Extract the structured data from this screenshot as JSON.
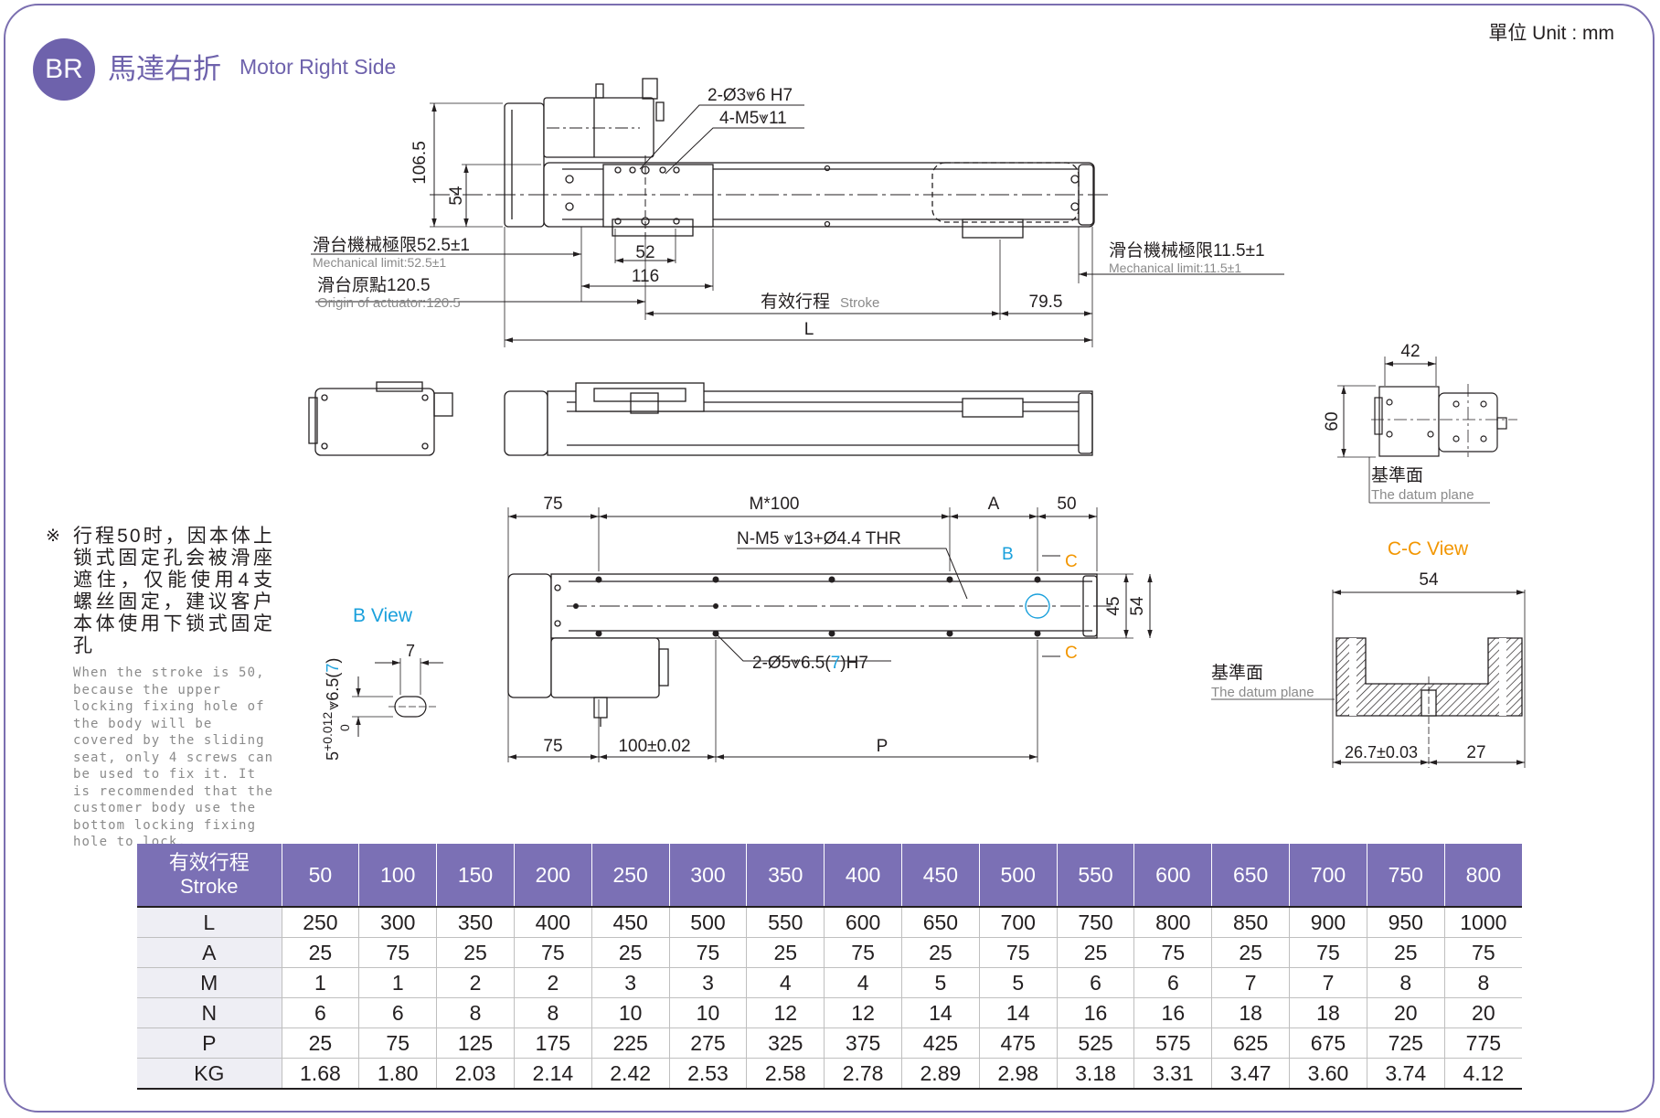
{
  "header": {
    "badge": "BR",
    "title_zh": "馬達右折",
    "title_en": "Motor Right Side",
    "unit": "單位 Unit : mm"
  },
  "colors": {
    "accent": "#6e62ac",
    "table_header": "#7b70b5",
    "blue_label": "#1aa0dc",
    "orange_label": "#f29600"
  },
  "top_view": {
    "dim_106_5": "106.5",
    "dim_54": "54",
    "hole_callout_1": "2-Ø3⩔6 H7",
    "hole_callout_2": "4-M5⩔11",
    "dim_52": "52",
    "dim_116": "116",
    "mech_limit_left_zh": "滑台機械極限52.5±1",
    "mech_limit_left_en": "Mechanical limit:52.5±1",
    "origin_zh": "滑台原點120.5",
    "origin_en": "Origin of actuator:120.5",
    "stroke_zh": "有效行程",
    "stroke_en": "Stroke",
    "dim_79_5": "79.5",
    "dim_L": "L",
    "mech_limit_right_zh": "滑台機械極限11.5±1",
    "mech_limit_right_en": "Mechanical limit:11.5±1"
  },
  "end_view": {
    "dim_42": "42",
    "dim_60": "60",
    "datum_zh": "基準面",
    "datum_en": "The datum plane"
  },
  "bottom_view": {
    "dim_75_top": "75",
    "dim_m100": "M*100",
    "dim_A": "A",
    "dim_50": "50",
    "hole_callout": "N-M5 ⩔13+Ø4.4 THR",
    "label_B": "B",
    "label_C_top": "C",
    "label_C_bottom": "C",
    "dim_45": "45",
    "dim_54": "54",
    "pin_callout_prefix": "2-Ø5⩔6.5(",
    "pin_callout_num": "7",
    "pin_callout_suffix": ")H7",
    "dim_75_bottom": "75",
    "dim_100": "100±0.02",
    "dim_P": "P"
  },
  "b_view": {
    "title": "B View",
    "dim_7": "7",
    "dim_vertical_prefix": "5",
    "dim_vertical_tol_upper": "+0.012",
    "dim_vertical_tol_lower": "0",
    "dim_vertical_depth_prefix": "⩔6.5(",
    "dim_vertical_depth_num": "7",
    "dim_vertical_depth_suffix": ")"
  },
  "cc_view": {
    "title": "C-C View",
    "dim_54": "54",
    "datum_zh": "基準面",
    "datum_en": "The datum plane",
    "dim_26_7": "26.7±0.03",
    "dim_27": "27"
  },
  "note": {
    "mark": "※",
    "zh": "行程50时，因本体上锁式固定孔会被滑座遮住，仅能使用4支螺丝固定，建议客户本体使用下锁式固定孔",
    "en": "When the stroke is 50, because the upper locking fixing hole of the body will be covered by the sliding seat, only 4 screws can be used to fix it. It is recommended that the customer body use the bottom locking fixing hole to lock."
  },
  "table": {
    "header_zh": "有效行程",
    "header_en": "Stroke",
    "strokes": [
      "50",
      "100",
      "150",
      "200",
      "250",
      "300",
      "350",
      "400",
      "450",
      "500",
      "550",
      "600",
      "650",
      "700",
      "750",
      "800"
    ],
    "rows": [
      {
        "label": "L",
        "values": [
          "250",
          "300",
          "350",
          "400",
          "450",
          "500",
          "550",
          "600",
          "650",
          "700",
          "750",
          "800",
          "850",
          "900",
          "950",
          "1000"
        ]
      },
      {
        "label": "A",
        "values": [
          "25",
          "75",
          "25",
          "75",
          "25",
          "75",
          "25",
          "75",
          "25",
          "75",
          "25",
          "75",
          "25",
          "75",
          "25",
          "75"
        ]
      },
      {
        "label": "M",
        "values": [
          "1",
          "1",
          "2",
          "2",
          "3",
          "3",
          "4",
          "4",
          "5",
          "5",
          "6",
          "6",
          "7",
          "7",
          "8",
          "8"
        ]
      },
      {
        "label": "N",
        "values": [
          "6",
          "6",
          "8",
          "8",
          "10",
          "10",
          "12",
          "12",
          "14",
          "14",
          "16",
          "16",
          "18",
          "18",
          "20",
          "20"
        ]
      },
      {
        "label": "P",
        "values": [
          "25",
          "75",
          "125",
          "175",
          "225",
          "275",
          "325",
          "375",
          "425",
          "475",
          "525",
          "575",
          "625",
          "675",
          "725",
          "775"
        ]
      },
      {
        "label": "KG",
        "values": [
          "1.68",
          "1.80",
          "2.03",
          "2.14",
          "2.42",
          "2.53",
          "2.58",
          "2.78",
          "2.89",
          "2.98",
          "3.18",
          "3.31",
          "3.47",
          "3.60",
          "3.74",
          "4.12"
        ]
      }
    ]
  }
}
